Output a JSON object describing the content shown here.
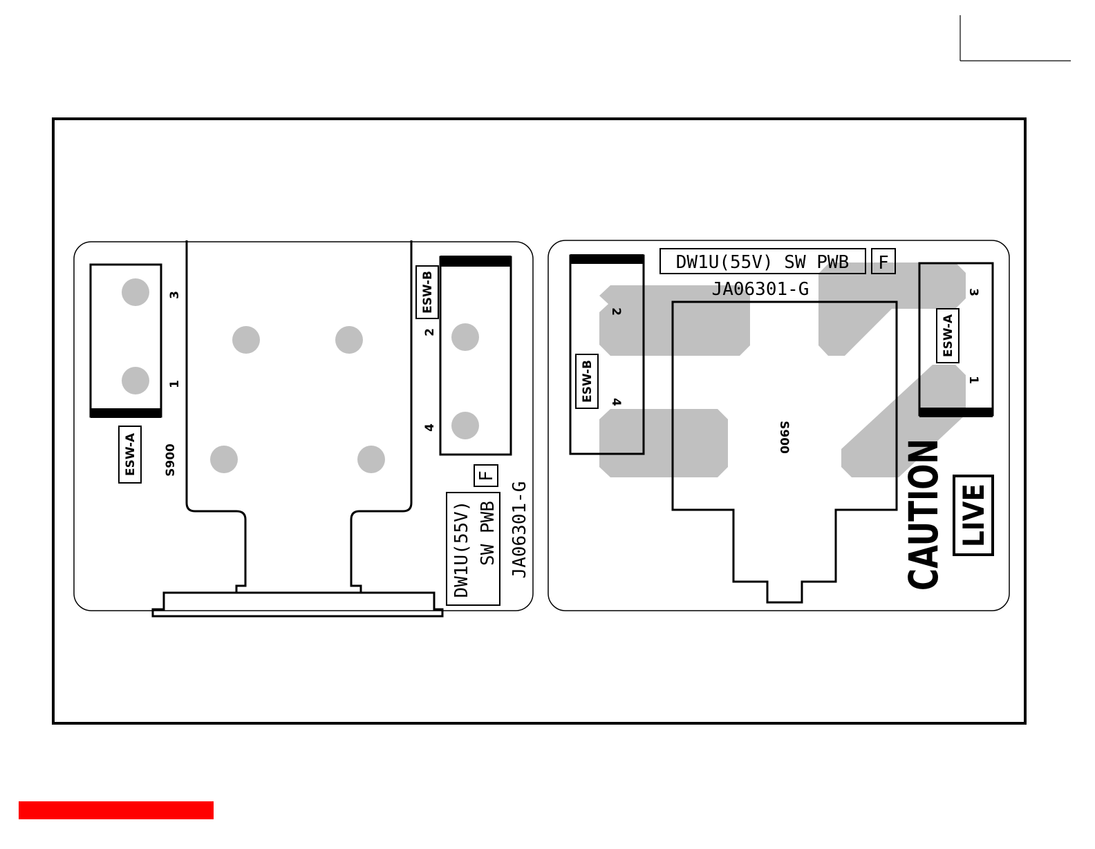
{
  "colors": {
    "ink": "#000000",
    "pad": "#c0c0c0",
    "accent": "#ff0000",
    "paper": "#ffffff"
  },
  "left_board": {
    "connector_a": {
      "label": "ESW-A",
      "pin_3": "3",
      "pin_1": "1"
    },
    "connector_b": {
      "label": "ESW-B",
      "pin_2": "2",
      "pin_4": "4"
    },
    "ref_designator": "S900",
    "board_name_line1": "DW1U(55V)",
    "board_name_line2": "SW PWB",
    "revision_mark": "F",
    "part_number": "JA06301-G"
  },
  "right_board": {
    "board_name": "DW1U(55V) SW PWB",
    "revision_mark": "F",
    "part_number": "JA06301-G",
    "connector_b": {
      "label": "ESW-B",
      "pin_2": "2",
      "pin_4": "4"
    },
    "connector_a": {
      "label": "ESW-A",
      "pin_3": "3",
      "pin_1": "1"
    },
    "ref_designator": "S900",
    "caution_text": "CAUTION",
    "live_text": "LIVE"
  }
}
